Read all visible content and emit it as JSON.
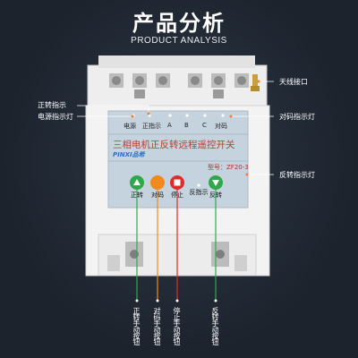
{
  "header": {
    "title": "产品分析",
    "subtitle": "PRODUCT ANALYSIS"
  },
  "panel": {
    "indicators": [
      "电源",
      "正指示",
      "A",
      "B",
      "C",
      "对码"
    ],
    "device_name": "三相电机正反转远程遥控开关",
    "brand": "PINXI品希",
    "model": "型号：ZF20-3",
    "buttons": [
      "正转",
      "对码",
      "停止",
      "反指示",
      "反转"
    ]
  },
  "callouts": {
    "antenna": "天线接口",
    "pairing_led": "对码指示灯",
    "reverse_led": "反转指示灯",
    "forward_led": "正转指示",
    "power_led": "电源指示灯"
  },
  "bottom_labels": [
    "正转手动按钮",
    "对码手动按钮",
    "停止手动按钮",
    "反转手动按钮"
  ],
  "colors": {
    "forward_green": "#2fa84a",
    "pair_orange": "#f08a1c",
    "stop_red": "#e12a2a",
    "callout_dot": "#ff7a2f",
    "antenna_gold": "#c9a03a"
  }
}
